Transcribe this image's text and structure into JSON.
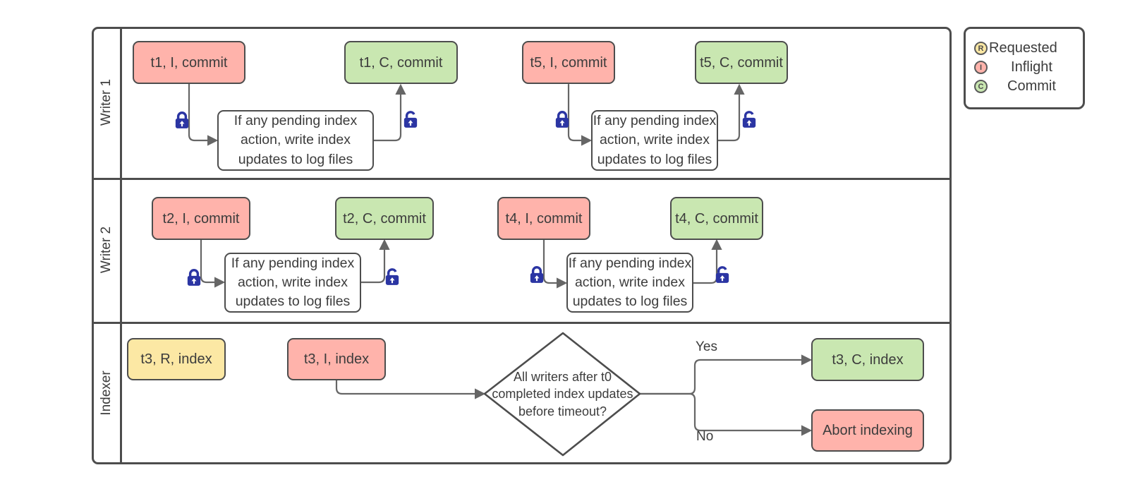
{
  "colors": {
    "pink": "#ffb3ab",
    "green": "#c9e7b1",
    "yellow": "#fce8a4",
    "border": "#4d4d4d",
    "arrow": "#666666",
    "lock": "#2b35a3",
    "text": "#3c3c3c"
  },
  "lanes": {
    "writer1": "Writer 1",
    "writer2": "Writer 2",
    "indexer": "Indexer"
  },
  "boxes": {
    "t1_inflight": "t1, I, commit",
    "t1_commit": "t1, C, commit",
    "t5_inflight": "t5, I, commit",
    "t5_commit": "t5, C, commit",
    "t2_inflight": "t2, I, commit",
    "t2_commit": "t2, C, commit",
    "t4_inflight": "t4, I, commit",
    "t4_commit": "t4, C, commit",
    "t3_requested": "t3, R, index",
    "t3_inflight": "t3, I, index",
    "t3_commit": "t3, C, index",
    "abort": "Abort indexing"
  },
  "note": "If any pending index\naction, write index\nupdates to log files",
  "decision": {
    "question": "All writers after t0\ncompleted index updates\nbefore timeout?",
    "yes": "Yes",
    "no": "No"
  },
  "legend": {
    "items": [
      {
        "letter": "R",
        "label": "Requested",
        "state_color": "#fce8a4"
      },
      {
        "letter": "I",
        "label": "Inflight",
        "state_color": "#ffb3ab"
      },
      {
        "letter": "C",
        "label": "Commit",
        "state_color": "#c9e7b1"
      }
    ]
  }
}
